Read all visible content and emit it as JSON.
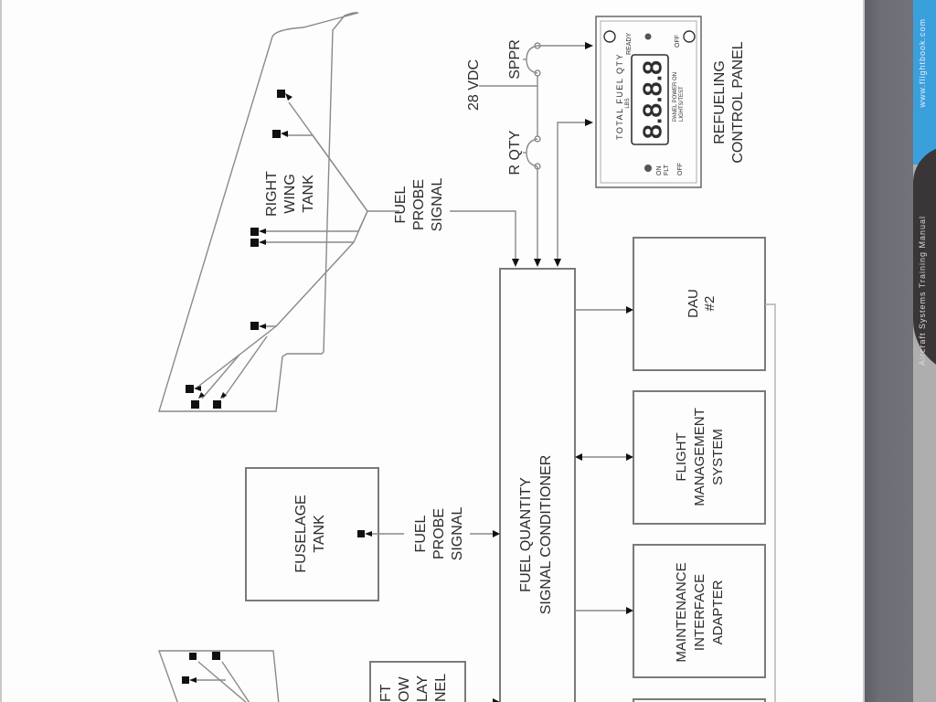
{
  "diagram": {
    "right_wing_tank": {
      "label_lines": [
        "RIGHT",
        "WING",
        "TANK"
      ]
    },
    "fuselage_tank": {
      "label_lines": [
        "FUSELAGE",
        "TANK"
      ]
    },
    "fuel_probe_signal_top": {
      "label_lines": [
        "FUEL",
        "PROBE",
        "SIGNAL"
      ]
    },
    "fuel_probe_signal_mid": {
      "label_lines": [
        "FUEL",
        "PROBE",
        "SIGNAL"
      ]
    },
    "power_label": "28 VDC",
    "breakers": [
      {
        "label": "SPPR"
      },
      {
        "label": "R QTY"
      }
    ],
    "signal_conditioner": {
      "label_lines": [
        "FUEL QUANTITY",
        "SIGNAL CONDITIONER"
      ]
    },
    "outputs": [
      {
        "label_lines": [
          "DAU",
          "#2"
        ]
      },
      {
        "label_lines": [
          "FLIGHT",
          "MANAGEMENT",
          "SYSTEM"
        ]
      },
      {
        "label_lines": [
          "MAINTENANCE",
          "INTERFACE",
          "ADAPTER"
        ]
      }
    ],
    "left_display_panel": {
      "label_lines": [
        "FT",
        "OW",
        "LAY",
        "NEL"
      ]
    },
    "refueling_panel": {
      "caption_lines": [
        "REFUELING",
        "CONTROL PANEL"
      ],
      "display_title": "TOTAL FUEL QTY",
      "display_digits": "8.8.8.8",
      "unit_label": "LBS",
      "ready_label": "READY",
      "off_label_top": "OFF",
      "on_label": "ON",
      "fault_label": "FLT",
      "off_label_bottom": "OFF",
      "power_label": "PANEL POWER ON",
      "switch_label": "LIGHTS/TEST"
    }
  },
  "viewer": {
    "cover_text_top": "www.flightbook.com",
    "cover_text_mid": "Aircraft Systems Training Manual"
  }
}
